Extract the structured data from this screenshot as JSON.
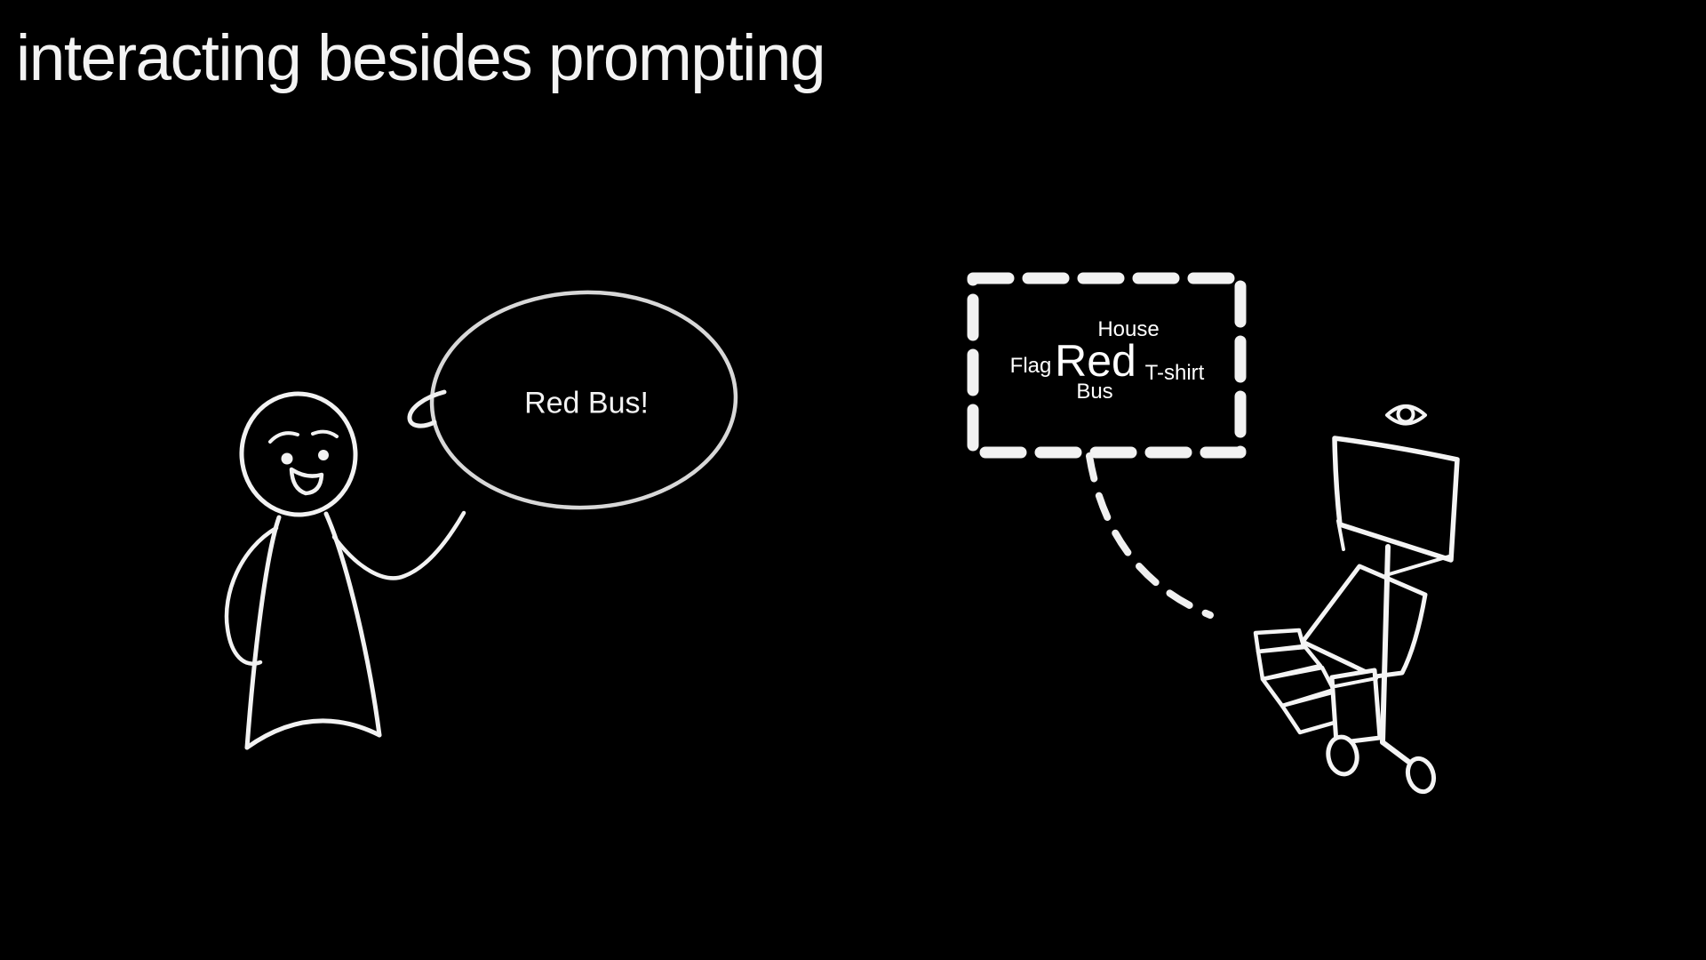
{
  "slide": {
    "title": "interacting besides prompting",
    "colors": {
      "background": "#000000",
      "ink": "#f3f3f3",
      "bubble_outline": "#d8d8d8"
    }
  },
  "speech_bubble": {
    "text": "Red Bus!"
  },
  "word_box": {
    "words": [
      "House",
      "Flag",
      "Red",
      "T-shirt",
      "Bus"
    ],
    "emphasized_word": "Red"
  },
  "icons": {
    "robot_eye": "eye-icon"
  }
}
